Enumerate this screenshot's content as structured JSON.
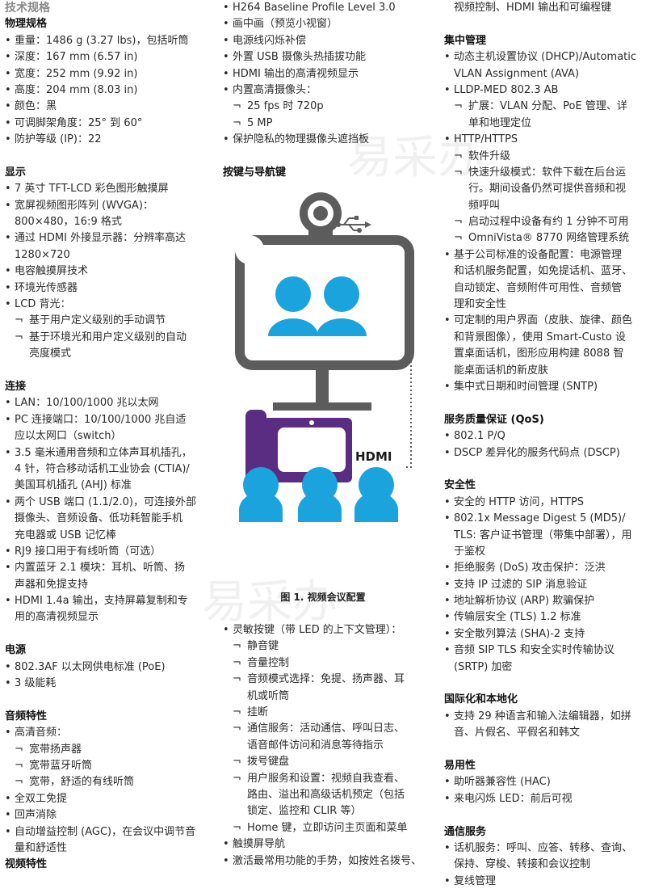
{
  "col1": {
    "title": "技术规格",
    "physical": {
      "heading": "物理规格",
      "items": [
        "重量：1486 g (3.27 lbs)，包括听筒",
        "深度：167 mm (6.57 in)",
        "宽度：252 mm (9.92 in)",
        "高度：204 mm (8.03 in)",
        "颜色：黑",
        "可调脚架角度：25° 到 60°",
        "防护等级 (IP)：22"
      ]
    },
    "display": {
      "heading": "显示",
      "l1": "7 英寸 TFT-LCD 彩色图形触摸屏",
      "l2": "宽屏视频图形阵列 (WVGA)：",
      "l2b": "800×480，16:9 格式",
      "l3": "通过 HDMI 外接显示器：分辨率高达",
      "l3b": "1280×720",
      "l4": "电容触摸屏技术",
      "l5": "环境光传感器",
      "l6": "LCD 背光：",
      "s1": "基于用户定义级别的手动调节",
      "s2": "基于环境光和用户定义级别的自动",
      "s2b": "亮度模式"
    },
    "connect": {
      "heading": "连接",
      "l1": "LAN：10/100/1000 兆以太网",
      "l2": "PC 连接端口：10/100/1000 兆自适",
      "l2b": "应以太网口（switch）",
      "l3": "3.5 毫米通用音频和立体声耳机插孔，",
      "l3b": "4 针，符合移动话机工业协会 (CTIA)/",
      "l3c": "美国耳机插孔 (AHJ) 标准",
      "l4": "两个 USB 端口 (1.1/2.0)，可连接外部",
      "l4b": "摄像头、音频设备、低功耗智能手机",
      "l4c": "充电器或 USB 记忆棒",
      "l5": "RJ9 接口用于有线听筒（可选）",
      "l6": "内置蓝牙 2.1 模块：耳机、听筒、扬",
      "l6b": "声器和免提支持",
      "l7": "HDMI 1.4a 输出，支持屏幕复制和专",
      "l7b": "用的高清视频显示"
    },
    "power": {
      "heading": "电源",
      "l1": "802.3AF 以太网供电标准 (PoE)",
      "l2": "3 级能耗"
    },
    "audio": {
      "heading": "音频特性",
      "l1": "高清音频：",
      "s1": "宽带扬声器",
      "s2": "宽带蓝牙听筒",
      "s3": "宽带，舒适的有线听筒",
      "l2": "全双工免提",
      "l3": "回声消除",
      "l4": "自动增益控制 (AGC)，在会议中调节音",
      "l4b": "量和舒适性"
    },
    "video_heading": "视频特性"
  },
  "col2": {
    "l1": "H264 Baseline Profile Level 3.0",
    "l2": "画中画（预览小视窗）",
    "l3": "电源线闪烁补偿",
    "l4": "外置 USB 摄像头热插拔功能",
    "l5": "HDMI 输出的高清视频显示",
    "l6": "内置高清摄像头：",
    "s1": "25 fps 时 720p",
    "s2": "5 MP",
    "l7": "保护隐私的物理摄像头遮挡板",
    "keys_heading": "按键与导航键",
    "hdmi_logo": "HDMI",
    "caption": "图 1. 视频会议配置",
    "k1": "灵敏按键（带 LED 的上下文管理）：",
    "ks1": "静音键",
    "ks2": "音量控制",
    "ks3": "音频模式选择：免提、扬声器、耳",
    "ks3b": "机或听筒",
    "ks4": "挂断",
    "ks5": "通信服务：活动通信、呼叫日志、",
    "ks5b": "语音邮件访问和消息等待指示",
    "ks6": "拨号键盘",
    "ks7": "用户服务和设置：视频自我查看、",
    "ks7b": "路由、溢出和高级话机预定（包括",
    "ks7c": "锁定、监控和 CLIR 等）",
    "ks8": "Home 键，立即访问主页面和菜单",
    "k2": "触摸屏导航",
    "k3": "激活最常用功能的手势，如按姓名拨号、"
  },
  "col3": {
    "top": "视频控制、HDMI 输出和可编程键",
    "central": {
      "heading": "集中管理",
      "l1": "动态主机设置协议 (DHCP)/Automatic",
      "l1b": "VLAN Assignment (AVA)",
      "l2": "LLDP-MED 802.3 AB",
      "s1": "扩展：VLAN 分配、PoE 管理、详",
      "s1b": "单和地理定位",
      "l3": "HTTP/HTTPS",
      "s2": "软件升级",
      "s3": "快速升级模式：软件下载在后台运",
      "s3b": "行。期间设备仍然可提供音频和视",
      "s3c": "频呼叫",
      "s4": "启动过程中设备有约 1 分钟不可用",
      "s5": "OmniVista® 8770 网络管理系统",
      "l4": "基于公司标准的设备配置：电源管理",
      "l4b": "和话机服务配置，如免提话机、蓝牙、",
      "l4c": "自动锁定、音频附件可用性、音频管",
      "l4d": "理和安全性",
      "l5": "可定制的用户界面（皮肤、旋律、颜色",
      "l5b": "和背景图像），使用 Smart-Custo 设",
      "l5c": "置桌面话机，图形应用构建 8088 智",
      "l5d": "能桌面话机的新皮肤",
      "l6": "集中式日期和时间管理 (SNTP)"
    },
    "qos": {
      "heading": "服务质量保证 (QoS)",
      "l1": "802.1 P/Q",
      "l2": "DSCP 差异化的服务代码点 (DSCP)"
    },
    "security": {
      "heading": "安全性",
      "l1": "安全的 HTTP 访问，HTTPS",
      "l2": "802.1x Message Digest 5 (MD5)/",
      "l2b": "TLS: 客户证书管理（带集中部署），用",
      "l2c": "于鉴权",
      "l3": "拒绝服务 (DoS) 攻击保护：泛洪",
      "l4": "支持 IP 过滤的 SIP 消息验证",
      "l5": "地址解析协议 (ARP) 欺骗保护",
      "l6": "传输层安全 (TLS) 1.2 标准",
      "l7": "安全散列算法 (SHA)-2 支持",
      "l8": "音频 SIP TLS 和安全实时传输协议",
      "l8b": "(SRTP) 加密"
    },
    "intl": {
      "heading": "国际化和本地化",
      "l1": "支持 29 种语言和输入法编辑器，如拼",
      "l1b": "音、片假名、平假名和韩文"
    },
    "usability": {
      "heading": "易用性",
      "l1": "助听器兼容性 (HAC)",
      "l2": "来电闪烁 LED：前后可视"
    },
    "comm": {
      "heading": "通信服务",
      "l1": "话机服务：呼叫、应答、转移、查询、",
      "l1b": "保持、穿梭、转接和会议控制",
      "l2": "复线管理"
    }
  },
  "watermark": "易采办",
  "colors": {
    "purple": "#5a2d82",
    "blue": "#1aa3dc",
    "gray": "#5c5c5c",
    "heading": "#111111",
    "title": "#8a8a8a"
  },
  "icons": [
    "usb-icon",
    "camera-icon",
    "person-icon",
    "phone-icon"
  ]
}
